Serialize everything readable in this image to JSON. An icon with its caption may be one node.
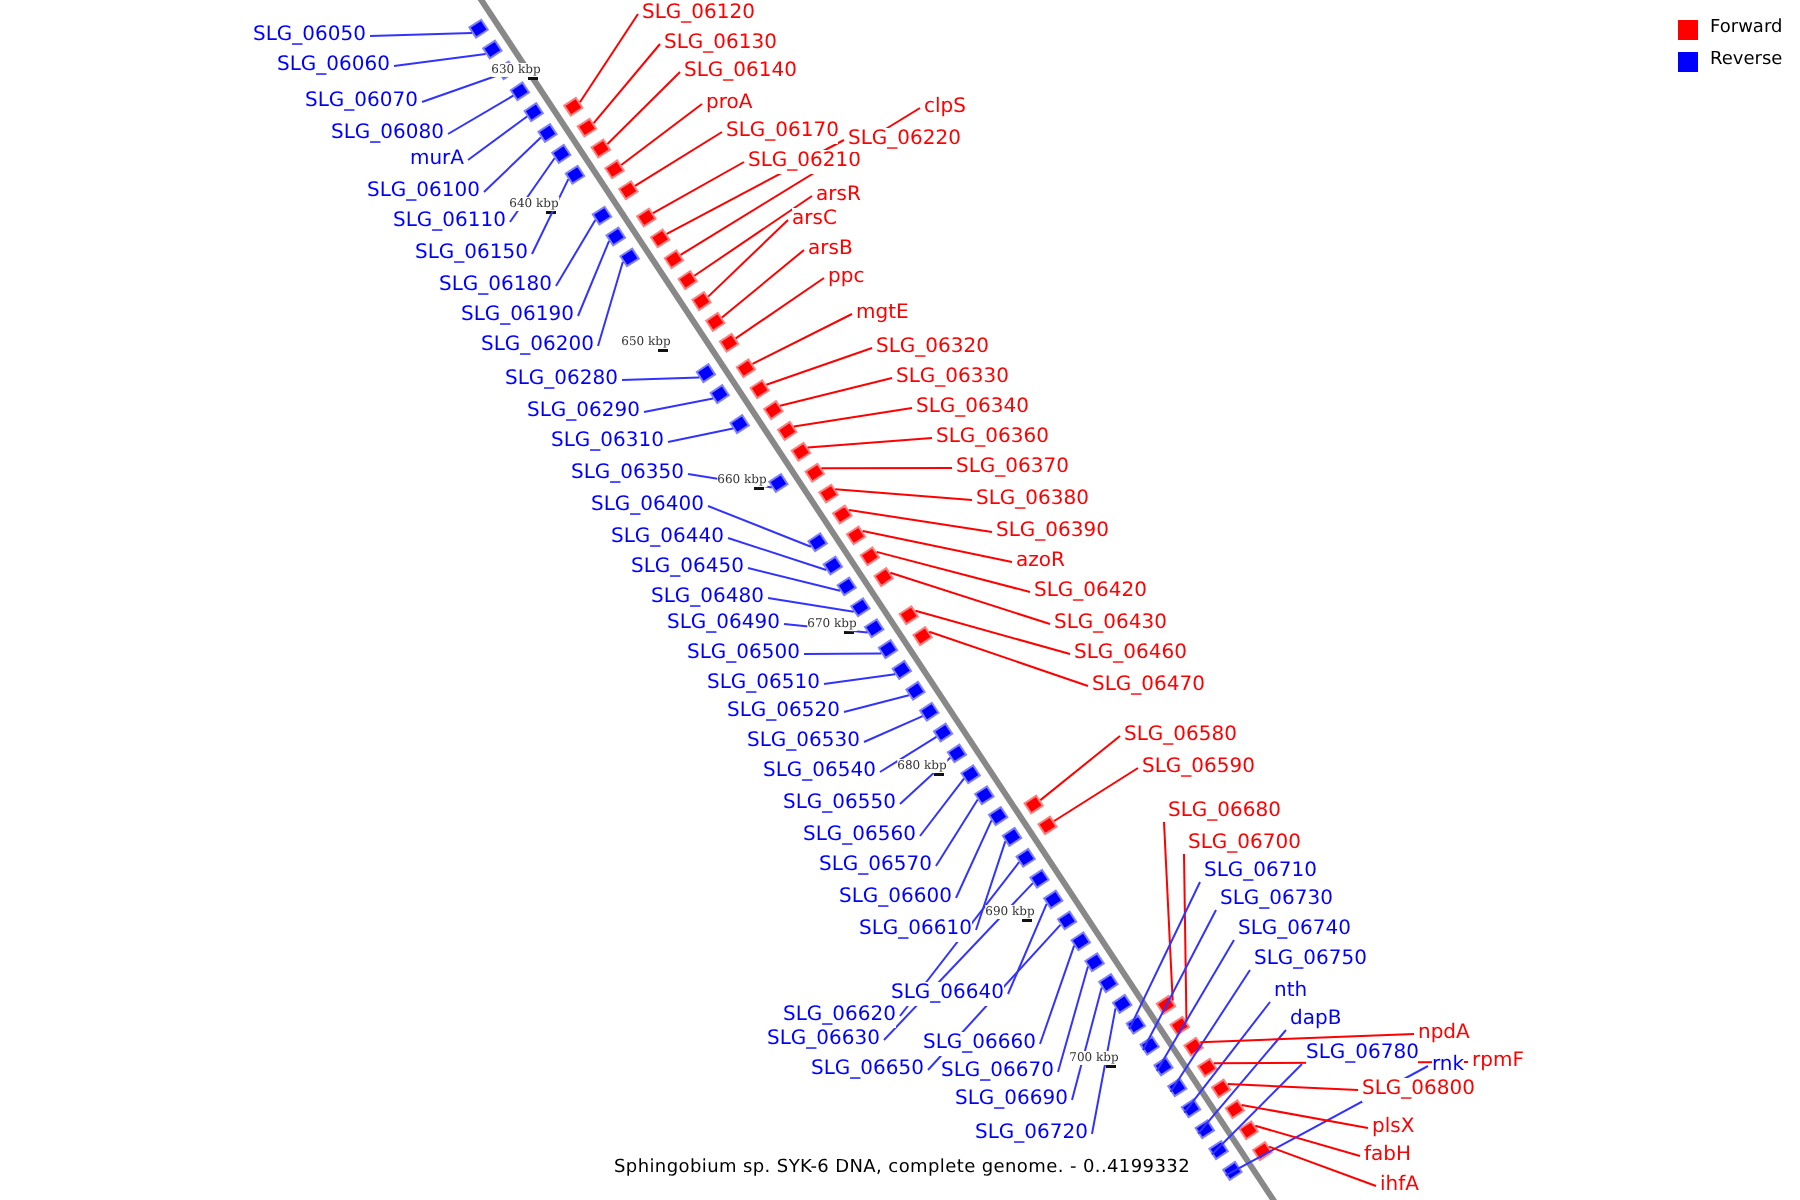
{
  "diagram": {
    "caption": "Sphingobium sp. SYK-6 DNA, complete genome. - 0..4199332",
    "nodes": [
      {
        "text": [
          "SLG_06050"
        ]
      },
      {
        "text": [
          "SLG_06060"
        ]
      },
      {
        "text": [
          "SLG_06070"
        ]
      },
      {
        "text": [
          "SLG_06080"
        ]
      },
      {
        "text": [
          "murA"
        ]
      },
      {
        "text": [
          "SLG_06100"
        ]
      },
      {
        "text": [
          "SLG_06110"
        ]
      },
      {
        "text": [
          "SLG_06150"
        ]
      },
      {
        "text": [
          "SLG_06180"
        ]
      },
      {
        "text": [
          "SLG_06190"
        ]
      },
      {
        "text": [
          "SLG_06200"
        ]
      },
      {
        "text": [
          "SLG_06280"
        ]
      },
      {
        "text": [
          "SLG_06290"
        ]
      },
      {
        "text": [
          "SLG_06310"
        ]
      },
      {
        "text": [
          "SLG_06350"
        ]
      },
      {
        "text": [
          "SLG_06400"
        ]
      },
      {
        "text": [
          "SLG_06440"
        ]
      },
      {
        "text": [
          "SLG_06450"
        ]
      },
      {
        "text": [
          "SLG_06480"
        ]
      },
      {
        "text": [
          "SLG_06490"
        ]
      },
      {
        "text": [
          "SLG_06500"
        ]
      },
      {
        "text": [
          "SLG_06510"
        ]
      },
      {
        "text": [
          "SLG_06520"
        ]
      },
      {
        "text": [
          "SLG_06530"
        ]
      },
      {
        "text": [
          "SLG_06540"
        ]
      },
      {
        "text": [
          "SLG_06550"
        ]
      },
      {
        "text": [
          "SLG_06560"
        ]
      },
      {
        "text": [
          "SLG_06570"
        ]
      },
      {
        "text": [
          "SLG_06600"
        ]
      },
      {
        "text": [
          "SLG_06610"
        ]
      },
      {
        "text": [
          "SLG_06620"
        ]
      },
      {
        "text": [
          "SLG_06630"
        ]
      },
      {
        "text": [
          "SLG_06640"
        ]
      },
      {
        "text": [
          "SLG_06650"
        ]
      },
      {
        "text": [
          "SLG_06660"
        ]
      },
      {
        "text": [
          "SLG_06670"
        ]
      },
      {
        "text": [
          "SLG_06690"
        ]
      },
      {
        "text": [
          "SLG_06720"
        ]
      },
      {
        "text": [
          "SLG_06120"
        ]
      },
      {
        "text": [
          "SLG_06130"
        ]
      },
      {
        "text": [
          "SLG_06140"
        ]
      },
      {
        "text": [
          "proA"
        ]
      },
      {
        "text": [
          "SLG_06170"
        ]
      },
      {
        "text": [
          "SLG_06210"
        ]
      },
      {
        "text": [
          "clpS"
        ]
      },
      {
        "text": [
          "SLG_06220"
        ]
      },
      {
        "text": [
          "arsR"
        ]
      },
      {
        "text": [
          "arsC"
        ]
      },
      {
        "text": [
          "arsB"
        ]
      },
      {
        "text": [
          "ppc"
        ]
      },
      {
        "text": [
          "mgtE"
        ]
      },
      {
        "text": [
          "SLG_06320"
        ]
      },
      {
        "text": [
          "SLG_06330"
        ]
      },
      {
        "text": [
          "SLG_06340"
        ]
      },
      {
        "text": [
          "SLG_06360"
        ]
      },
      {
        "text": [
          "SLG_06370"
        ]
      },
      {
        "text": [
          "SLG_06380"
        ]
      },
      {
        "text": [
          "SLG_06390"
        ]
      },
      {
        "text": [
          "azoR"
        ]
      },
      {
        "text": [
          "SLG_06420"
        ]
      },
      {
        "text": [
          "SLG_06430"
        ]
      },
      {
        "text": [
          "SLG_06460"
        ]
      },
      {
        "text": [
          "SLG_06470"
        ]
      },
      {
        "text": [
          "SLG_06580"
        ]
      },
      {
        "text": [
          "SLG_06590"
        ]
      },
      {
        "text": [
          "SLG_06680"
        ]
      },
      {
        "text": [
          "SLG_06700"
        ]
      },
      {
        "text": [
          "SLG_06710"
        ]
      },
      {
        "text": [
          "SLG_06730"
        ]
      },
      {
        "text": [
          "SLG_06740"
        ]
      },
      {
        "text": [
          "SLG_06750"
        ]
      },
      {
        "text": [
          "nth"
        ]
      },
      {
        "text": [
          "dapB"
        ]
      },
      {
        "text": [
          "SLG_06780"
        ]
      },
      {
        "text": [
          "npdA"
        ]
      },
      {
        "text": [
          "rnk"
        ]
      },
      {
        "text": [
          "rpmF"
        ]
      },
      {
        "text": [
          "SLG_06800"
        ]
      },
      {
        "text": [
          "plsX"
        ]
      },
      {
        "text": [
          "fabH"
        ]
      },
      {
        "text": [
          "ihfA"
        ]
      },
      {
        "text": [],
        "shape": "box"
      },
      {
        "text": [],
        "shape": "box"
      },
      {
        "text": [],
        "shape": "box"
      },
      {
        "text": [],
        "shape": "box"
      },
      {
        "text": [],
        "shape": "box"
      },
      {
        "text": [],
        "shape": "box"
      },
      {
        "text": [],
        "shape": "box"
      },
      {
        "text": [],
        "shape": "box"
      },
      {
        "text": [],
        "shape": "box"
      },
      {
        "text": [],
        "shape": "box"
      },
      {
        "text": [],
        "shape": "box"
      },
      {
        "text": [],
        "shape": "box"
      },
      {
        "text": [],
        "shape": "box"
      },
      {
        "text": [],
        "shape": "box"
      },
      {
        "text": [],
        "shape": "box"
      },
      {
        "text": [],
        "shape": "box"
      },
      {
        "text": [],
        "shape": "box"
      },
      {
        "text": [],
        "shape": "box"
      },
      {
        "text": [],
        "shape": "box"
      },
      {
        "text": [],
        "shape": "box"
      },
      {
        "text": [],
        "shape": "box"
      },
      {
        "text": [],
        "shape": "box"
      },
      {
        "text": [],
        "shape": "box"
      },
      {
        "text": [],
        "shape": "box"
      },
      {
        "text": [],
        "shape": "box"
      },
      {
        "text": [],
        "shape": "box"
      },
      {
        "text": [],
        "shape": "box"
      },
      {
        "text": [],
        "shape": "box"
      },
      {
        "text": [],
        "shape": "box"
      },
      {
        "text": [],
        "shape": "box"
      },
      {
        "text": [],
        "shape": "box"
      },
      {
        "text": [],
        "shape": "box"
      },
      {
        "text": [],
        "shape": "box"
      },
      {
        "text": [],
        "shape": "box"
      },
      {
        "text": [],
        "shape": "box"
      },
      {
        "text": [],
        "shape": "box"
      },
      {
        "text": [],
        "shape": "box"
      },
      {
        "text": [],
        "shape": "box"
      },
      {
        "text": [],
        "shape": "box"
      },
      {
        "text": [],
        "shape": "box"
      },
      {
        "text": [],
        "shape": "box"
      },
      {
        "text": [],
        "shape": "box"
      },
      {
        "text": [],
        "shape": "box"
      },
      {
        "text": [],
        "shape": "box"
      },
      {
        "text": [],
        "shape": "box"
      },
      {
        "text": [],
        "shape": "box"
      },
      {
        "text": [],
        "shape": "box"
      },
      {
        "text": [],
        "shape": "box"
      },
      {
        "text": [],
        "shape": "box"
      },
      {
        "text": [],
        "shape": "box"
      },
      {
        "text": [],
        "shape": "box"
      },
      {
        "text": [],
        "shape": "box"
      },
      {
        "text": [],
        "shape": "box"
      },
      {
        "text": [],
        "shape": "box"
      },
      {
        "text": [],
        "shape": "box"
      },
      {
        "text": [],
        "shape": "box"
      },
      {
        "text": [],
        "shape": "box"
      },
      {
        "text": [],
        "shape": "box"
      },
      {
        "text": [],
        "shape": "box"
      },
      {
        "text": [],
        "shape": "box"
      },
      {
        "text": [],
        "shape": "box"
      },
      {
        "text": [],
        "shape": "box"
      },
      {
        "text": [],
        "shape": "box"
      },
      {
        "text": [],
        "shape": "box"
      },
      {
        "text": [],
        "shape": "box"
      },
      {
        "text": [],
        "shape": "box"
      },
      {
        "text": [],
        "shape": "box"
      },
      {
        "text": [],
        "shape": "box"
      },
      {
        "text": [],
        "shape": "box"
      },
      {
        "text": [],
        "shape": "box"
      },
      {
        "text": [],
        "shape": "box"
      },
      {
        "text": [],
        "shape": "box"
      },
      {
        "text": [],
        "shape": "box"
      },
      {
        "text": [],
        "shape": "box"
      },
      {
        "text": [],
        "shape": "box"
      },
      {
        "text": [],
        "shape": "box"
      },
      {
        "text": [],
        "shape": "box"
      },
      {
        "text": [],
        "shape": "box"
      },
      {
        "text": [],
        "shape": "box"
      },
      {
        "text": [],
        "shape": "box"
      },
      {
        "text": [],
        "shape": "box"
      }
    ],
    "edges": [
      {
        "from": 0,
        "to": 81,
        "arrow": "none"
      },
      {
        "from": 1,
        "to": 82,
        "arrow": "none"
      },
      {
        "from": 2,
        "to": 83,
        "arrow": "none"
      },
      {
        "from": 3,
        "to": 84,
        "arrow": "none"
      },
      {
        "from": 4,
        "to": 85,
        "arrow": "none"
      },
      {
        "from": 5,
        "to": 86,
        "arrow": "none"
      },
      {
        "from": 6,
        "to": 87,
        "arrow": "none"
      },
      {
        "from": 7,
        "to": 88,
        "arrow": "none"
      },
      {
        "from": 8,
        "to": 89,
        "arrow": "none"
      },
      {
        "from": 9,
        "to": 90,
        "arrow": "none"
      },
      {
        "from": 10,
        "to": 91,
        "arrow": "none"
      },
      {
        "from": 11,
        "to": 92,
        "arrow": "none"
      },
      {
        "from": 12,
        "to": 93,
        "arrow": "none"
      },
      {
        "from": 13,
        "to": 94,
        "arrow": "none"
      },
      {
        "from": 14,
        "to": 95,
        "arrow": "none"
      },
      {
        "from": 15,
        "to": 96,
        "arrow": "none"
      },
      {
        "from": 16,
        "to": 97,
        "arrow": "none"
      },
      {
        "from": 17,
        "to": 98,
        "arrow": "none"
      },
      {
        "from": 18,
        "to": 99,
        "arrow": "none"
      },
      {
        "from": 19,
        "to": 100,
        "arrow": "none"
      },
      {
        "from": 20,
        "to": 101,
        "arrow": "none"
      },
      {
        "from": 21,
        "to": 102,
        "arrow": "none"
      },
      {
        "from": 22,
        "to": 103,
        "arrow": "none"
      },
      {
        "from": 23,
        "to": 104,
        "arrow": "none"
      },
      {
        "from": 24,
        "to": 105,
        "arrow": "none"
      },
      {
        "from": 25,
        "to": 106,
        "arrow": "none"
      },
      {
        "from": 26,
        "to": 107,
        "arrow": "none"
      },
      {
        "from": 27,
        "to": 108,
        "arrow": "none"
      },
      {
        "from": 28,
        "to": 109,
        "arrow": "none"
      },
      {
        "from": 29,
        "to": 110,
        "arrow": "none"
      },
      {
        "from": 30,
        "to": 111,
        "arrow": "none"
      },
      {
        "from": 31,
        "to": 112,
        "arrow": "none"
      },
      {
        "from": 32,
        "to": 113,
        "arrow": "none"
      },
      {
        "from": 33,
        "to": 114,
        "arrow": "none"
      },
      {
        "from": 34,
        "to": 115,
        "arrow": "none"
      },
      {
        "from": 35,
        "to": 116,
        "arrow": "none"
      },
      {
        "from": 36,
        "to": 117,
        "arrow": "none"
      },
      {
        "from": 37,
        "to": 118,
        "arrow": "none"
      },
      {
        "from": 38,
        "to": 119,
        "arrow": "none",
        "color": "#ff0000"
      },
      {
        "from": 39,
        "to": 120,
        "arrow": "none",
        "color": "#ff0000"
      },
      {
        "from": 40,
        "to": 121,
        "arrow": "none",
        "color": "#ff0000"
      },
      {
        "from": 41,
        "to": 122,
        "arrow": "none",
        "color": "#ff0000"
      },
      {
        "from": 42,
        "to": 123,
        "arrow": "none",
        "color": "#ff0000"
      },
      {
        "from": 43,
        "to": 124,
        "arrow": "none",
        "color": "#ff0000"
      },
      {
        "from": 44,
        "to": 125,
        "arrow": "none",
        "color": "#ff0000"
      },
      {
        "from": 45,
        "to": 126,
        "arrow": "none",
        "color": "#ff0000"
      },
      {
        "from": 46,
        "to": 127,
        "arrow": "none",
        "color": "#ff0000"
      },
      {
        "from": 47,
        "to": 128,
        "arrow": "none",
        "color": "#ff0000"
      },
      {
        "from": 48,
        "to": 129,
        "arrow": "none",
        "color": "#ff0000"
      },
      {
        "from": 49,
        "to": 130,
        "arrow": "none",
        "color": "#ff0000"
      },
      {
        "from": 50,
        "to": 131,
        "arrow": "none",
        "color": "#ff0000"
      },
      {
        "from": 51,
        "to": 132,
        "arrow": "none",
        "color": "#ff0000"
      },
      {
        "from": 52,
        "to": 133,
        "arrow": "none",
        "color": "#ff0000"
      },
      {
        "from": 53,
        "to": 134,
        "arrow": "none",
        "color": "#ff0000"
      },
      {
        "from": 54,
        "to": 135,
        "arrow": "none",
        "color": "#ff0000"
      },
      {
        "from": 55,
        "to": 136,
        "arrow": "none",
        "color": "#ff0000"
      },
      {
        "from": 56,
        "to": 137,
        "arrow": "none",
        "color": "#ff0000"
      },
      {
        "from": 57,
        "to": 138,
        "arrow": "none",
        "color": "#ff0000"
      },
      {
        "from": 58,
        "to": 139,
        "arrow": "none",
        "color": "#ff0000"
      },
      {
        "from": 59,
        "to": 140,
        "arrow": "none",
        "color": "#ff0000"
      },
      {
        "from": 60,
        "to": 141,
        "arrow": "none",
        "color": "#ff0000"
      },
      {
        "from": 61,
        "to": 142,
        "arrow": "none",
        "color": "#ff0000"
      },
      {
        "from": 62,
        "to": 143,
        "arrow": "none",
        "color": "#ff0000"
      },
      {
        "from": 63,
        "to": 144,
        "arrow": "none",
        "color": "#ff0000"
      },
      {
        "from": 64,
        "to": 145,
        "arrow": "none",
        "color": "#ff0000"
      },
      {
        "from": 65,
        "to": 146,
        "arrow": "none",
        "color": "#ff0000"
      },
      {
        "from": 66,
        "to": 147,
        "arrow": "none",
        "color": "#ff0000"
      },
      {
        "from": 67,
        "to": 148,
        "arrow": "none"
      },
      {
        "from": 68,
        "to": 149,
        "arrow": "none"
      },
      {
        "from": 69,
        "to": 150,
        "arrow": "none"
      },
      {
        "from": 70,
        "to": 151,
        "arrow": "none"
      },
      {
        "from": 71,
        "to": 152,
        "arrow": "none"
      },
      {
        "from": 72,
        "to": 153,
        "arrow": "none"
      },
      {
        "from": 73,
        "to": 154,
        "arrow": "none"
      },
      {
        "from": 74,
        "to": 155,
        "arrow": "none",
        "color": "#ff0000"
      },
      {
        "from": 75,
        "to": 156,
        "arrow": "none"
      },
      {
        "from": 76,
        "to": 157,
        "arrow": "none",
        "color": "#ff0000"
      },
      {
        "from": 77,
        "to": 158,
        "arrow": "none",
        "color": "#ff0000"
      },
      {
        "from": 78,
        "to": 159,
        "arrow": "none",
        "color": "#ff0000"
      },
      {
        "from": 79,
        "to": 160,
        "arrow": "none",
        "color": "#ff0000"
      },
      {
        "from": 80,
        "to": 161,
        "arrow": "none",
        "color": "#ff0000"
      }
    ],
    "labels": [
      "630 kbp",
      "640 kbp",
      "650 kbp",
      "660 kbp",
      "670 kbp",
      "680 kbp",
      "690 kbp",
      "700 kbp"
    ],
    "legend": [
      {
        "text": "Forward",
        "color": "#ff0000"
      },
      {
        "text": "Reverse",
        "color": "#0000ff"
      }
    ]
  }
}
